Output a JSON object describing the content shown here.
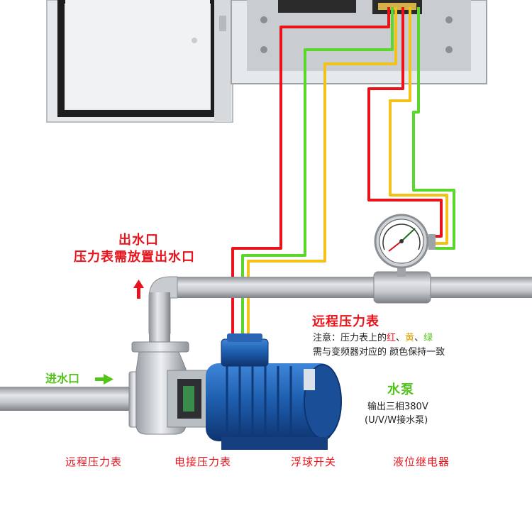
{
  "labels": {
    "outlet_line1": "出水口",
    "outlet_line2": "压力表需放置出水口",
    "inlet": "进水口",
    "remote_gauge_title": "远程压力表",
    "note_prefix": "注意：压力表上的",
    "note_red": "红",
    "note_sep1": "、",
    "note_yellow": "黄",
    "note_sep2": "、",
    "note_green": "绿",
    "note_line2": "需与变频器对应的 颜色保持一致",
    "pump_title": "水泵",
    "pump_line1": "输出三相380V",
    "pump_line2": "(U/V/W接水泵)"
  },
  "captions": [
    "远程压力表",
    "电接压力表",
    "浮球开关",
    "液位继电器"
  ],
  "colors": {
    "wire_red": "#e8131b",
    "wire_green": "#5bd62a",
    "wire_yellow": "#f2c21a",
    "pipe": "#b9bcc0",
    "motor": "#1f5fb0",
    "cabinet": "#e9ecef"
  },
  "icons": [
    "up-arrow-icon",
    "right-arrow-icon",
    "pressure-gauge-icon",
    "pump-motor-icon",
    "control-cabinet-icon"
  ]
}
